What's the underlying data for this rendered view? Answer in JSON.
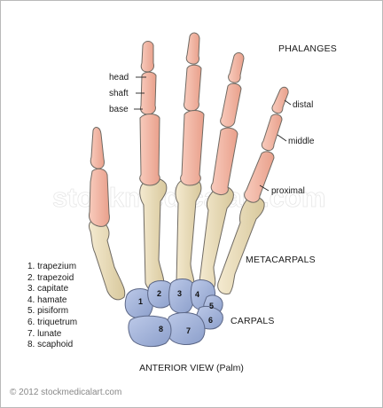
{
  "labels": {
    "phalanges": "PHALANGES",
    "head": "head",
    "shaft": "shaft",
    "base": "base",
    "distal": "distal",
    "middle": "middle",
    "proximal": "proximal",
    "metacarpals": "METACARPALS",
    "carpals": "CARPALS"
  },
  "carpal_numbers": [
    "1",
    "2",
    "3",
    "4",
    "5",
    "6",
    "7",
    "8"
  ],
  "legend": [
    "1. trapezium",
    "2. trapezoid",
    "3. capitate",
    "4. hamate",
    "5. pisiform",
    "6. triquetrum",
    "7. lunate",
    "8. scaphoid"
  ],
  "caption": "ANTERIOR VIEW (Palm)",
  "watermark": "stockmedicalart.com",
  "copyright": "© 2012 stockmedicalart.com",
  "colors": {
    "phalanx": "#f3b5a3",
    "metacarpal": "#eadcb5",
    "carpal": "#a7b8dc",
    "outline": "#6f6a63",
    "carpal_outline": "#5c6787"
  }
}
